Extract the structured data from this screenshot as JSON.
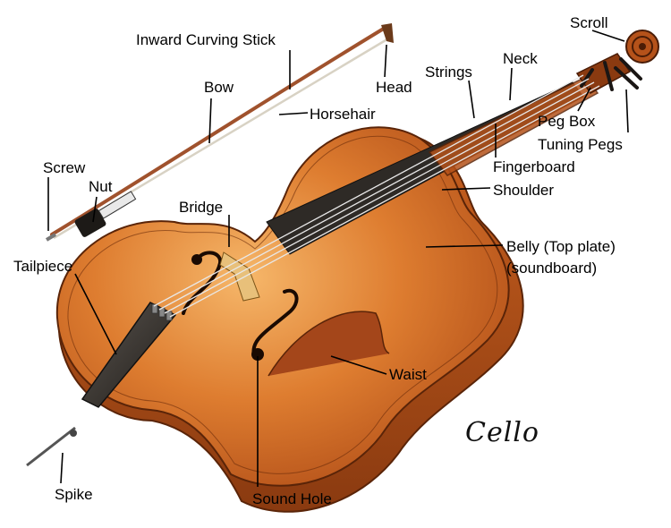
{
  "diagram": {
    "title": "Cello",
    "labels": {
      "scroll": "Scroll",
      "inward_curving_stick": "Inward Curving Stick",
      "neck": "Neck",
      "strings": "Strings",
      "head": "Head",
      "bow": "Bow",
      "horsehair": "Horsehair",
      "peg_box": "Peg Box",
      "tuning_pegs": "Tuning Pegs",
      "screw": "Screw",
      "fingerboard": "Fingerboard",
      "nut": "Nut",
      "shoulder": "Shoulder",
      "bridge": "Bridge",
      "belly": "Belly (Top plate)",
      "soundboard": "(soundboard)",
      "tailpiece": "Tailpiece",
      "waist": "Waist",
      "spike": "Spike",
      "sound_hole": "Sound Hole"
    }
  },
  "colors": {
    "body_light": "#f0a85a",
    "body_mid": "#d9722a",
    "body_dark": "#8a3a10",
    "edge": "#5a2408",
    "ebony": "#2e2a26",
    "bow_stick": "#a0522d",
    "leader_line": "#000000"
  }
}
